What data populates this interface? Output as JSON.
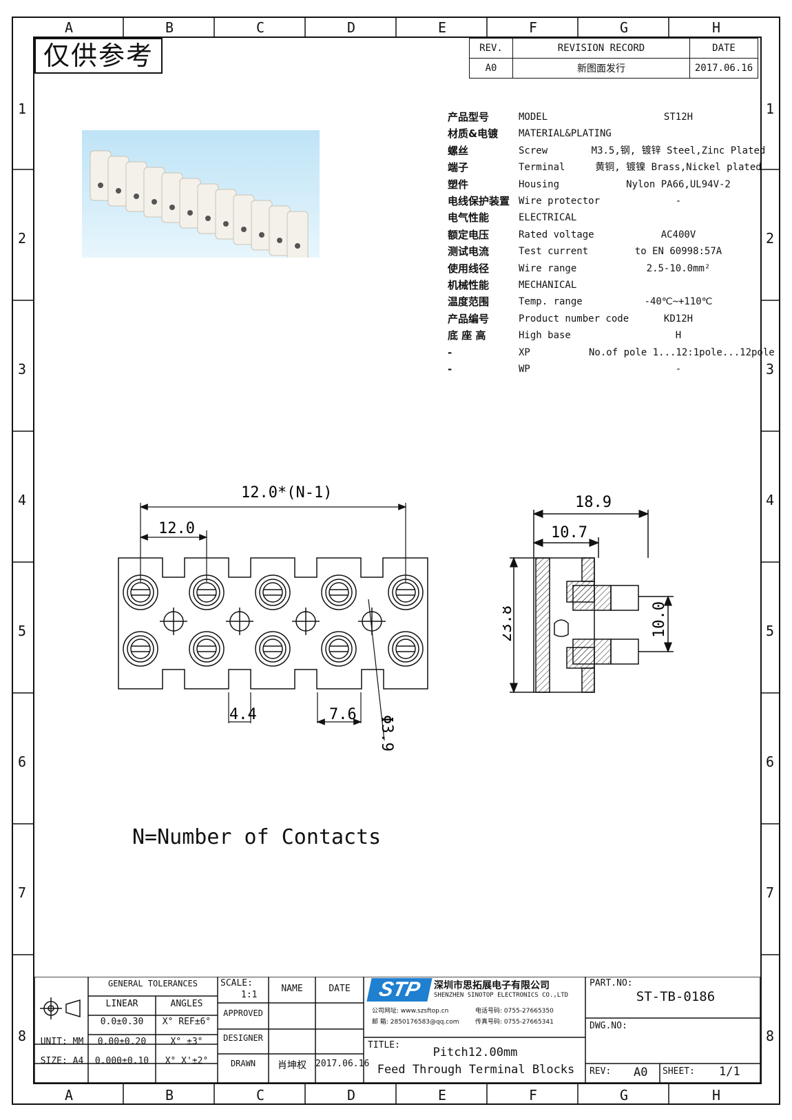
{
  "zones": {
    "columns": [
      "A",
      "B",
      "C",
      "D",
      "E",
      "F",
      "G",
      "H"
    ],
    "rows": [
      "1",
      "2",
      "3",
      "4",
      "5",
      "6",
      "7",
      "8"
    ]
  },
  "stamp": "仅供参考",
  "revision": {
    "headers": [
      "REV.",
      "REVISION RECORD",
      "DATE"
    ],
    "row": [
      "A0",
      "新图面发行",
      "2017.06.16"
    ]
  },
  "specs": [
    {
      "cn": "产品型号",
      "en": "MODEL",
      "val": "ST12H"
    },
    {
      "cn": "材质&电镀",
      "en": "MATERIAL&PLATING",
      "val": ""
    },
    {
      "cn": "螺丝",
      "en": "Screw",
      "val": "M3.5,钢, 镀锌 Steel,Zinc Plated"
    },
    {
      "cn": "端子",
      "en": "Terminal",
      "val": "黄铜, 镀镍 Brass,Nickel plated"
    },
    {
      "cn": "塑件",
      "en": "Housing",
      "val": "Nylon PA66,UL94V-2"
    },
    {
      "cn": "电线保护装置",
      "en": "Wire protector",
      "val": "-"
    },
    {
      "cn": "电气性能",
      "en": "ELECTRICAL",
      "val": ""
    },
    {
      "cn": "额定电压",
      "en": "Rated voltage",
      "val": "AC400V"
    },
    {
      "cn": "测试电流",
      "en": "Test current",
      "val": "to EN 60998:57A"
    },
    {
      "cn": "使用线径",
      "en": "Wire range",
      "val": "2.5-10.0mm²"
    },
    {
      "cn": "机械性能",
      "en": "MECHANICAL",
      "val": ""
    },
    {
      "cn": "温度范围",
      "en": "Temp. range",
      "val": "-40℃~+110℃"
    },
    {
      "cn": "产品编号",
      "en": "Product number code",
      "val": "KD12H"
    },
    {
      "cn": "底 座 高",
      "en": "High base",
      "val": "H"
    },
    {
      "cn": "-",
      "en": "XP",
      "val": "No.of pole 1...12:1pole...12pole"
    },
    {
      "cn": "-",
      "en": "WP",
      "val": "-"
    }
  ],
  "dimensions": {
    "overall": "12.0*(N-1)",
    "pitch": "12.0",
    "slot_width": "4.4",
    "tab_width": "7.6",
    "hole_dia": "Φ3.9",
    "depth": "18.9",
    "depth_inner": "10.7",
    "height": "23.8",
    "screw_spacing": "10.0"
  },
  "note": "N=Number of Contacts",
  "title_block": {
    "general_tolerances": "GENERAL TOLERANCES",
    "linear": "LINEAR",
    "angles": "ANGLES",
    "tol_rows": [
      [
        "",
        "0.0±0.30",
        "X° REF±6°"
      ],
      [
        "UNIT: MM",
        "0.00±0.20",
        "X° ±3°"
      ],
      [
        "SIZE: A4",
        "0.000±0.10",
        "X° X'±2°"
      ]
    ],
    "scale_label": "SCALE:",
    "scale_value": "1:1",
    "name": "NAME",
    "date": "DATE",
    "approved": "APPROVED",
    "designer": "DESIGNER",
    "drawn": "DRAWN",
    "drawn_name": "肖坤权",
    "drawn_date": "2017.06.16",
    "logo": "STP",
    "company_cn": "深圳市思拓展电子有限公司",
    "company_en": "SHENZHEN SINOTOP ELECTRONICS CO.,LTD",
    "company_lines": [
      "公司网址: www.szsftop.cn",
      "电话号码: 0755-27665350",
      "邮 箱: 2850176583@qq.com",
      "传真号码: 0755-27665341"
    ],
    "title_label": "TITLE:",
    "title_line1": "Pitch12.00mm",
    "title_line2": "Feed Through Terminal Blocks",
    "part_no_label": "PART.NO:",
    "part_no": "ST-TB-0186",
    "dwg_no_label": "DWG.NO:",
    "rev_label": "REV:",
    "rev": "A0",
    "sheet_label": "SHEET:",
    "sheet": "1/1"
  },
  "colors": {
    "line": "#111111",
    "photo_bg": "#cfe9f7",
    "logo": "#1f7fd0"
  }
}
